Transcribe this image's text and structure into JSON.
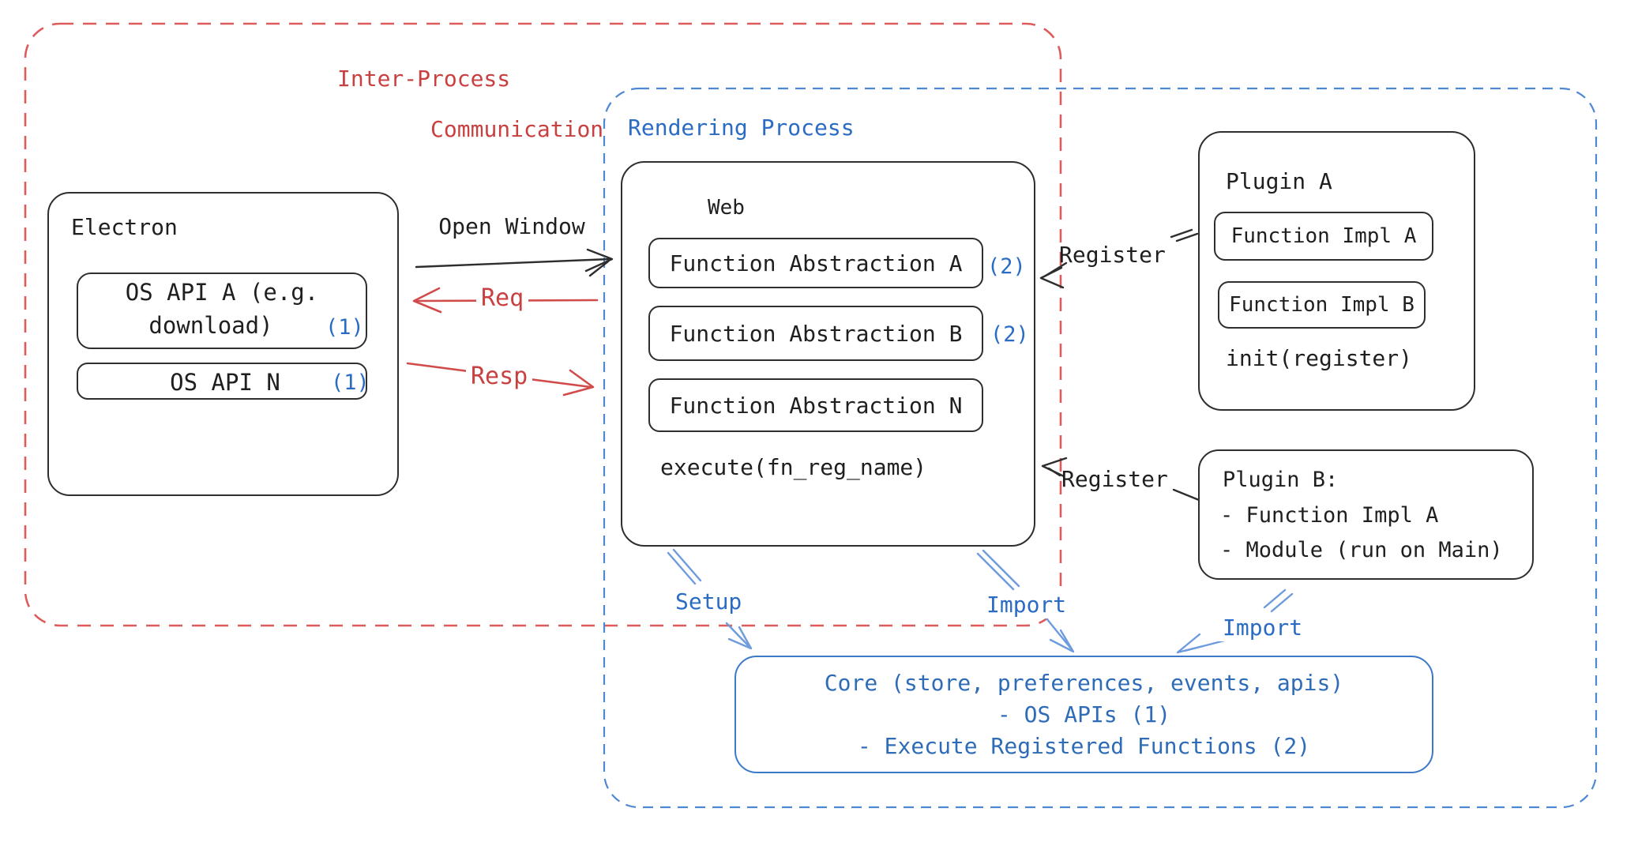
{
  "diagram": {
    "ipc_region": {
      "label_line1": "Inter-Process",
      "label_line2": "Communication"
    },
    "rendering_region": {
      "label": "Rendering Process"
    },
    "electron": {
      "title": "Electron",
      "api_a": {
        "line1": "OS API A (e.g.",
        "line2": "download)",
        "badge": "(1)"
      },
      "api_n": {
        "label": "OS API N",
        "badge": "(1)"
      }
    },
    "web": {
      "title": "Web",
      "fa_a": {
        "label": "Function Abstraction A",
        "badge": "(2)"
      },
      "fa_b": {
        "label": "Function Abstraction B",
        "badge": "(2)"
      },
      "fa_n": {
        "label": "Function Abstraction N"
      },
      "footer": "execute(fn_reg_name)"
    },
    "plugin_a": {
      "title": "Plugin A",
      "impl_a": "Function Impl A",
      "impl_b": "Function Impl B",
      "footer": "init(register)"
    },
    "plugin_b": {
      "title": "Plugin B:",
      "line1": "- Function Impl A",
      "line2": "- Module (run on Main)"
    },
    "core": {
      "line1": "Core (store, preferences, events, apis)",
      "line2": "- OS APIs (1)",
      "line3": "- Execute Registered Functions (2)"
    },
    "arrows": {
      "open_window": "Open Window",
      "req": "Req",
      "resp": "Resp",
      "register_a": "Register",
      "register_b": "Register",
      "setup": "Setup",
      "import_web": "Import",
      "import_plugin": "Import"
    }
  },
  "colors": {
    "ink": "#2e2e2e",
    "ink-text": "#1f1f1f",
    "red": "#d14b4b",
    "red-dash": "#dd5b5b",
    "red-text": "#c94040",
    "blue": "#2a6cc4",
    "blue-dash": "#4f88d2",
    "blue-arrow": "#6d9bdd",
    "core-border": "#3b79c9",
    "core-text": "#2e6cb8",
    "bg": "#ffffff"
  }
}
